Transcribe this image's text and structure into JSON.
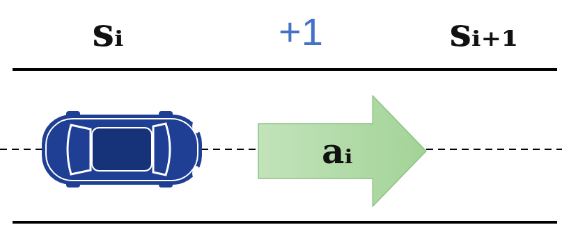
{
  "diagram": {
    "nodes": [
      {
        "text": [
          "aᵢ"
        ]
      }
    ],
    "labels": [
      "sᵢ",
      "+1",
      "sᵢ₊₁"
    ]
  }
}
